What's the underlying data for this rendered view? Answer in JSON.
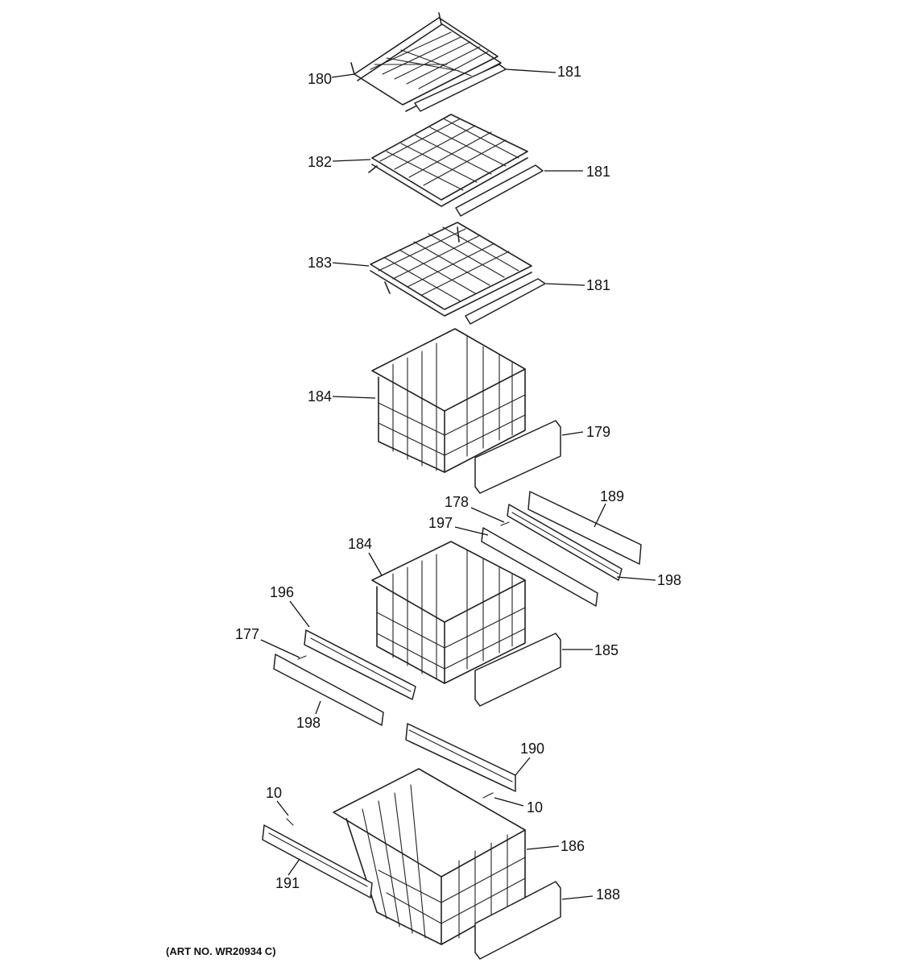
{
  "diagram": {
    "art_number": "(ART NO. WR20934 C)",
    "labels": {
      "l180": "180",
      "l181a": "181",
      "l182": "182",
      "l181b": "181",
      "l183": "183",
      "l181c": "181",
      "l184a": "184",
      "l179": "179",
      "l178": "178",
      "l189": "189",
      "l197": "197",
      "l184b": "184",
      "l198a": "198",
      "l196": "196",
      "l177": "177",
      "l185": "185",
      "l198b": "198",
      "l190": "190",
      "l10a": "10",
      "l10b": "10",
      "l186": "186",
      "l191": "191",
      "l188": "188"
    }
  }
}
